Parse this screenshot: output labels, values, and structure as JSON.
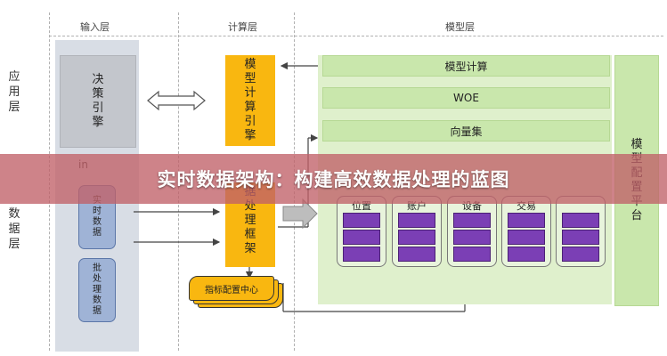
{
  "headers": {
    "input_layer": "输入层",
    "compute_layer": "计算层",
    "model_layer": "模型层"
  },
  "rows": {
    "application": "应用层",
    "data": "数据层"
  },
  "input": {
    "decision_engine": "决策引擎",
    "partial_label": "in",
    "realtime_data": "实时数据",
    "batch_data": "批处理数据"
  },
  "compute": {
    "model_compute_engine": "模型计算引擎",
    "processing_framework_visible": "据处理框架"
  },
  "model": {
    "layers": [
      "模型计算",
      "WOE",
      "向量集"
    ],
    "columns": [
      "位置",
      "账户",
      "设备",
      "交易",
      ""
    ]
  },
  "platform": {
    "side_label": "模型配置平台"
  },
  "config": {
    "indicator_center": "指标配置中心"
  },
  "banner": {
    "title": "实时数据架构：构建高效数据处理的蓝图"
  },
  "colors": {
    "compute_yellow": "#f9b710",
    "platform_green": "#dff0cc",
    "layer_green": "#c9e7ac",
    "data_blue": "#9fb3d6",
    "bar_purple": "#7b3fb5",
    "banner": "#c06068"
  }
}
